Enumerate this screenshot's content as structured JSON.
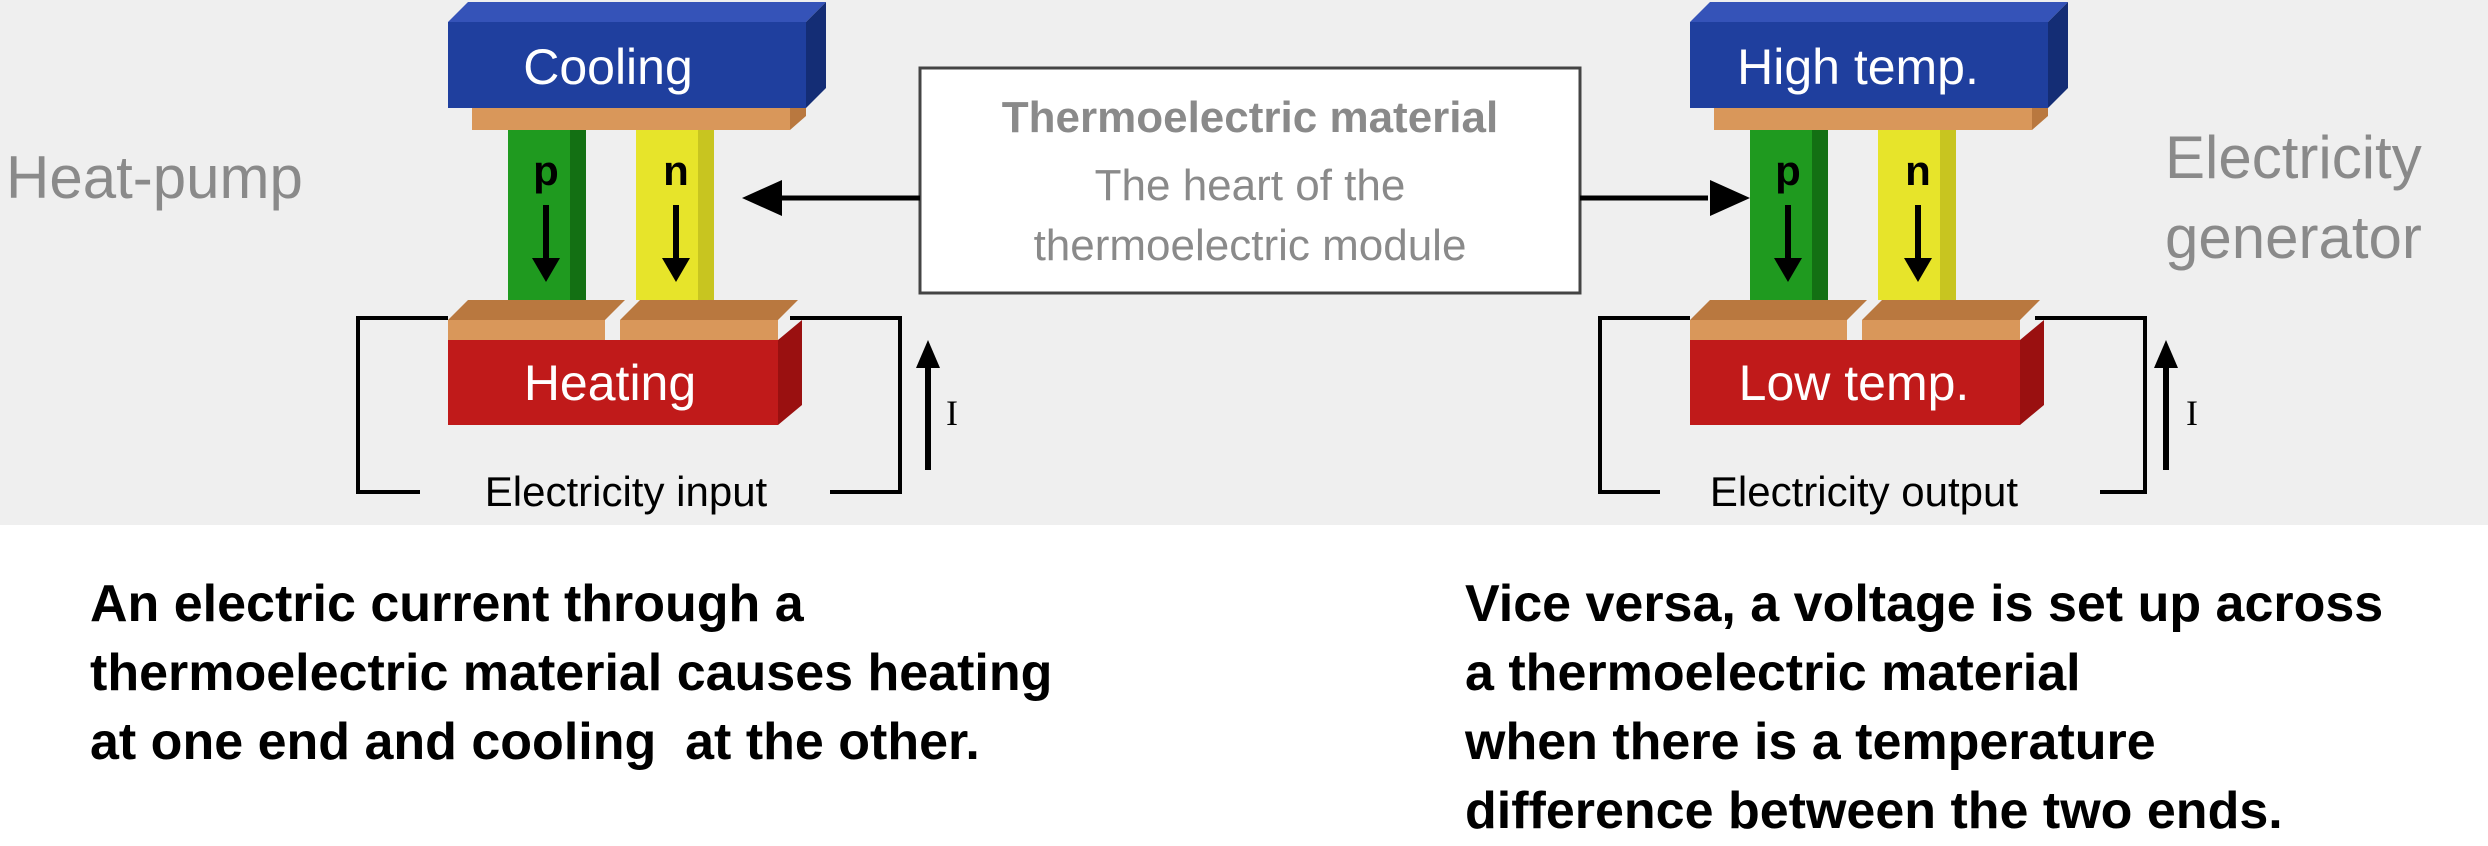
{
  "heat_pump": {
    "label": "Heat-pump",
    "top_block": "Cooling",
    "bottom_block": "Heating",
    "p_leg": "p",
    "n_leg": "n",
    "circuit_label": "Electricity input",
    "current_label": "I"
  },
  "generator": {
    "label_line1": "Electricity",
    "label_line2": "generator",
    "top_block": "High temp.",
    "bottom_block": "Low temp.",
    "p_leg": "p",
    "n_leg": "n",
    "circuit_label": "Electricity output",
    "current_label": "I"
  },
  "center_box": {
    "title": "Thermoelectric material",
    "line1": "The heart of the",
    "line2": "thermoelectric module"
  },
  "captions": {
    "left": [
      "An electric current through a",
      "thermoelectric material causes heating",
      "at one end and cooling  at the other."
    ],
    "right": [
      "Vice versa, a voltage is set up across",
      "a thermoelectric material",
      "when there is a temperature",
      "difference between the two ends."
    ]
  },
  "colors": {
    "panel_bg": "#efefef",
    "blue_block": "#1f3f9e",
    "red_block": "#c01a1a",
    "copper": "#d9975a",
    "p_leg": "#1f9a1f",
    "n_leg": "#e7e42a",
    "gray_text": "#8a8a8a"
  }
}
